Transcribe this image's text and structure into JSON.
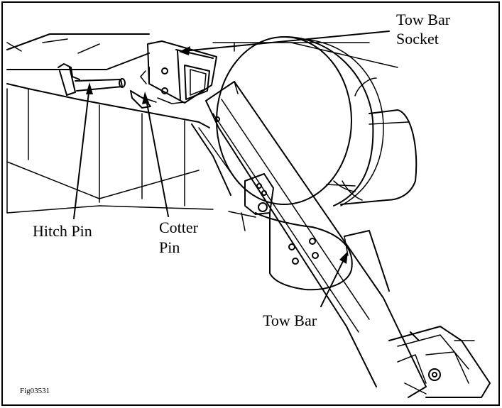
{
  "figure": {
    "id": "Fig03531",
    "labels": {
      "tow_bar_socket_line1": "Tow Bar",
      "tow_bar_socket_line2": "Socket",
      "hitch_pin": "Hitch Pin",
      "cotter_pin_line1": "Cotter",
      "cotter_pin_line2": "Pin",
      "tow_bar": "Tow Bar"
    }
  }
}
